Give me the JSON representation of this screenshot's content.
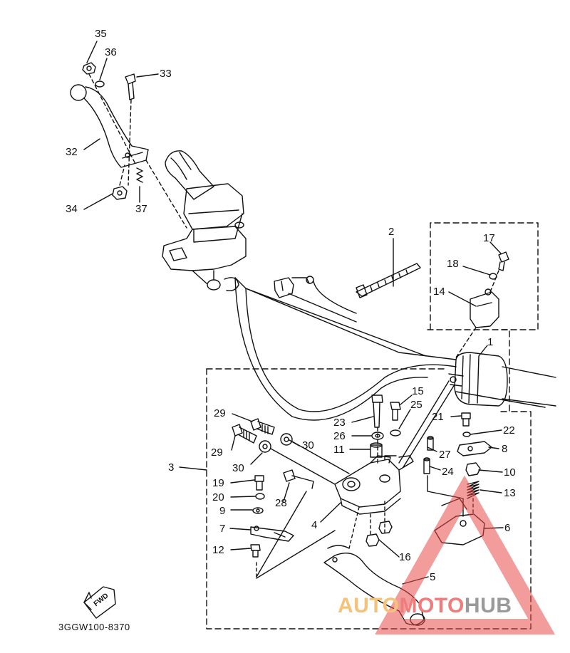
{
  "diagram": {
    "part_code": "3GGW100-8370",
    "fwd_label": "FWD",
    "callouts": [
      {
        "id": "c35",
        "text": "35"
      },
      {
        "id": "c36",
        "text": "36"
      },
      {
        "id": "c33",
        "text": "33"
      },
      {
        "id": "c32",
        "text": "32"
      },
      {
        "id": "c34",
        "text": "34"
      },
      {
        "id": "c37",
        "text": "37"
      },
      {
        "id": "c2",
        "text": "2"
      },
      {
        "id": "c17",
        "text": "17"
      },
      {
        "id": "c18",
        "text": "18"
      },
      {
        "id": "c14",
        "text": "14"
      },
      {
        "id": "c1",
        "text": "1"
      },
      {
        "id": "c15",
        "text": "15"
      },
      {
        "id": "c25",
        "text": "25"
      },
      {
        "id": "c23",
        "text": "23"
      },
      {
        "id": "c26",
        "text": "26"
      },
      {
        "id": "c11",
        "text": "11"
      },
      {
        "id": "c21",
        "text": "21"
      },
      {
        "id": "c22",
        "text": "22"
      },
      {
        "id": "c27",
        "text": "27"
      },
      {
        "id": "c8",
        "text": "8"
      },
      {
        "id": "c24",
        "text": "24"
      },
      {
        "id": "c10",
        "text": "10"
      },
      {
        "id": "c13",
        "text": "13"
      },
      {
        "id": "c29a",
        "text": "29"
      },
      {
        "id": "c29b",
        "text": "29"
      },
      {
        "id": "c30a",
        "text": "30"
      },
      {
        "id": "c30b",
        "text": "30"
      },
      {
        "id": "c3",
        "text": "3"
      },
      {
        "id": "c19",
        "text": "19"
      },
      {
        "id": "c20",
        "text": "20"
      },
      {
        "id": "c9",
        "text": "9"
      },
      {
        "id": "c28",
        "text": "28"
      },
      {
        "id": "c4",
        "text": "4"
      },
      {
        "id": "c7",
        "text": "7"
      },
      {
        "id": "c12",
        "text": "12"
      },
      {
        "id": "c6",
        "text": "6"
      },
      {
        "id": "c16",
        "text": "16"
      },
      {
        "id": "c5",
        "text": "5"
      }
    ]
  },
  "watermark": {
    "part1": "AUTO",
    "part2": "MOTO",
    "part3": "HUB",
    "color_red": "#f07b7b",
    "color_orange": "#f5c27a",
    "color_gray": "#9a9a9a"
  }
}
